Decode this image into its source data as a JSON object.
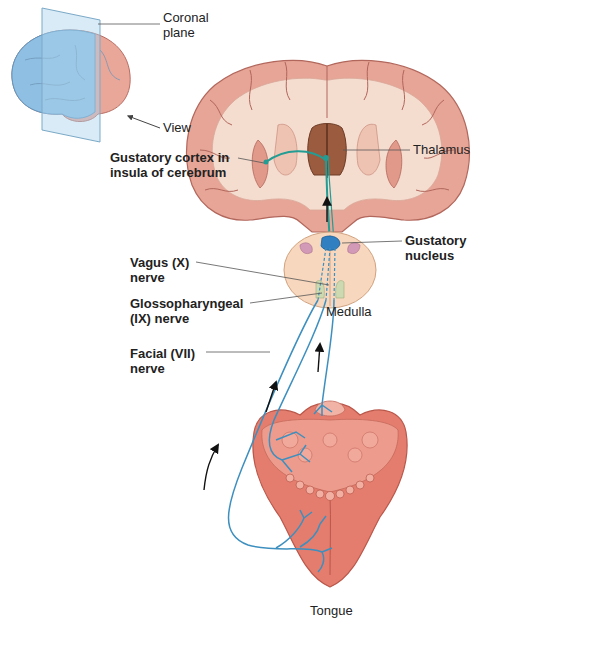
{
  "diagram": {
    "labels": [
      "Coronal plane",
      "View",
      "Thalamus",
      "Gustatory cortex in insula of cerebrum",
      "Gustatory nucleus",
      "Vagus (X) nerve",
      "Glossopharyngeal (IX) nerve",
      "Medulla",
      "Facial (VII) nerve",
      "Tongue"
    ]
  }
}
